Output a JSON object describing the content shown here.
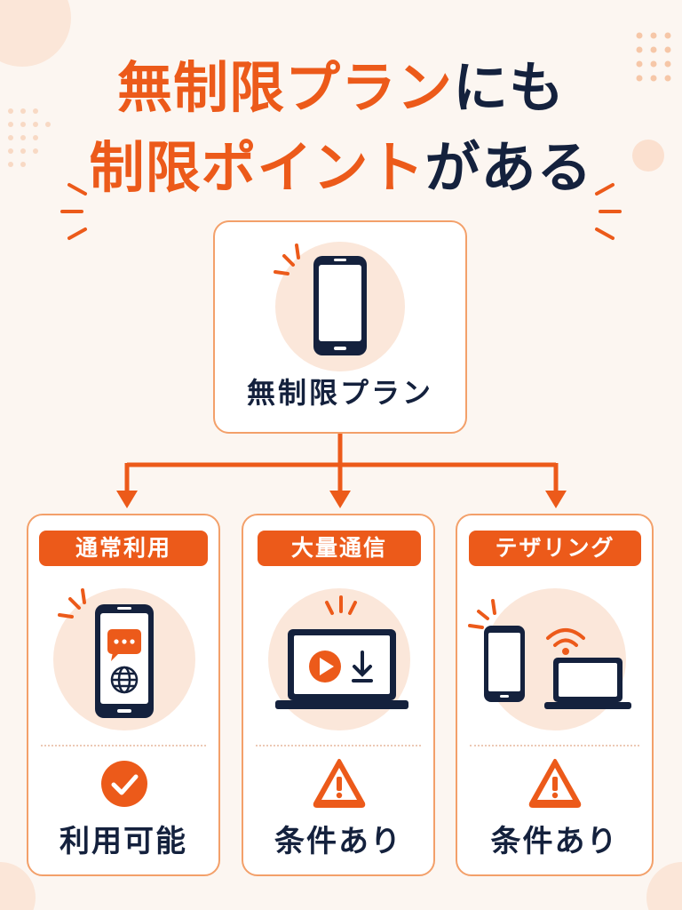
{
  "title": {
    "line1_highlight": "無制限プラン",
    "line1_rest": "にも",
    "line2_highlight": "制限ポイント",
    "line2_rest": "がある"
  },
  "top_node": {
    "label": "無制限プラン",
    "icon": "smartphone-icon"
  },
  "branches": [
    {
      "tag": "通常利用",
      "icon": "phone-chat-web-icon",
      "status_icon": "check-icon",
      "result": "利用可能"
    },
    {
      "tag": "大量通信",
      "icon": "laptop-video-download-icon",
      "status_icon": "warning-icon",
      "result": "条件あり"
    },
    {
      "tag": "テザリング",
      "icon": "phone-wifi-laptop-icon",
      "status_icon": "warning-icon",
      "result": "条件あり"
    }
  ],
  "colors": {
    "accent": "#ec5a1a",
    "navy": "#14213d",
    "background": "#fcf6f1",
    "border": "#f3a06a"
  }
}
